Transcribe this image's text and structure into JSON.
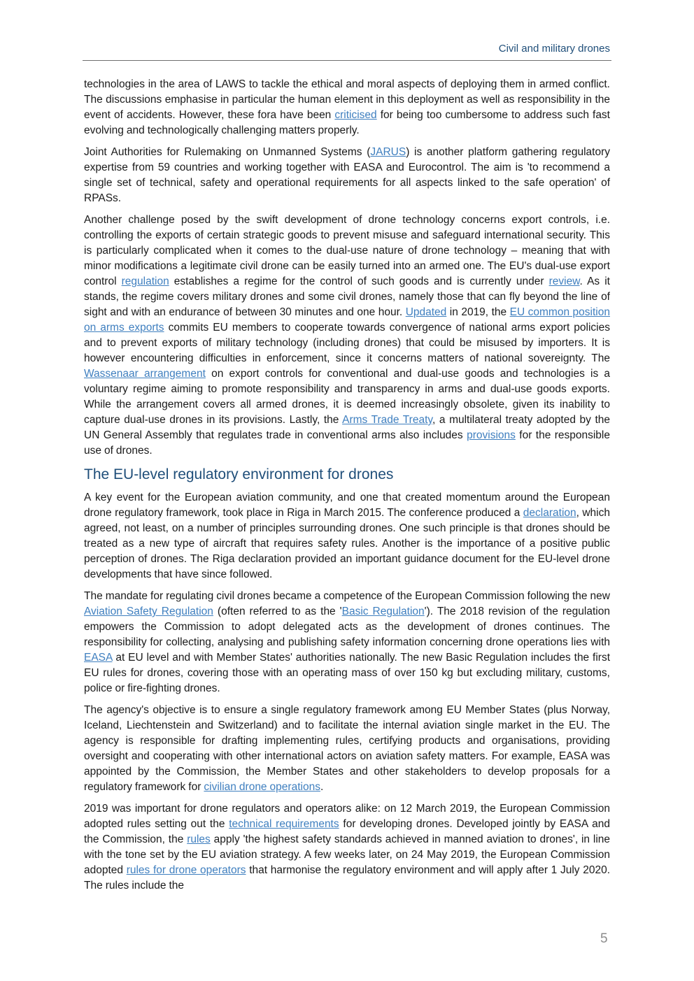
{
  "header": {
    "title": "Civil and military drones"
  },
  "paragraphs1": [
    [
      {
        "t": "technologies in the area of LAWS to tackle the ethical and moral aspects of deploying them in armed conflict. The discussions emphasise in particular the human element in this deployment as well as responsibility in the event of accidents. However, these fora have been "
      },
      {
        "link": "criticised"
      },
      {
        "t": " for being too cumbersome to address such fast evolving and technologically challenging matters properly."
      }
    ],
    [
      {
        "t": "Joint Authorities for Rulemaking on Unmanned Systems ("
      },
      {
        "link": "JARUS"
      },
      {
        "t": ") is another platform gathering regulatory expertise from 59 countries and working together with EASA and Eurocontrol. The aim is 'to recommend a single set of technical, safety and operational requirements for all aspects linked to the safe operation' of RPASs."
      }
    ],
    [
      {
        "t": "Another challenge posed by the swift development of drone technology concerns export controls, i.e. controlling the exports of certain strategic goods to prevent misuse and safeguard international security. This is particularly complicated when it comes to the dual-use nature of drone technology – meaning that with minor modifications a legitimate civil drone can be easily turned into an armed one. The EU's dual-use export control "
      },
      {
        "link": "regulation"
      },
      {
        "t": " establishes a regime for the control of such goods and is currently under "
      },
      {
        "link": "review"
      },
      {
        "t": ". As it stands, the regime covers military drones and some civil drones, namely those that can fly beyond the line of sight and with an endurance of between 30 minutes and one hour. "
      },
      {
        "link": "Updated"
      },
      {
        "t": " in 2019, the "
      },
      {
        "link": "EU common position on arms exports"
      },
      {
        "t": " commits EU members to cooperate towards convergence of national arms export policies and to prevent exports of military technology (including drones) that could be misused by importers. It is however encountering difficulties in enforcement, since it concerns matters of national sovereignty. The "
      },
      {
        "link": "Wassenaar arrangement"
      },
      {
        "t": " on export controls for conventional and dual-use goods and technologies is a voluntary regime aiming to promote responsibility and transparency in arms and dual-use goods exports. While the arrangement covers all armed drones, it is deemed increasingly obsolete, given its inability to capture dual-use drones in its provisions. Lastly, the "
      },
      {
        "link": "Arms Trade Treaty"
      },
      {
        "t": ", a multilateral treaty adopted by the UN General Assembly that regulates trade in conventional arms also includes "
      },
      {
        "link": "provisions"
      },
      {
        "t": " for the responsible use of drones."
      }
    ]
  ],
  "section": {
    "heading": "The EU-level regulatory environment for drones"
  },
  "paragraphs2": [
    [
      {
        "t": "A key event for the European aviation community, and one that created momentum around the European drone regulatory framework, took place in Riga in March 2015. The conference produced a "
      },
      {
        "link": "declaration"
      },
      {
        "t": ", which agreed, not least, on a number of principles surrounding drones. One such principle is that drones should be treated as a new type of aircraft that requires safety rules. Another is the importance of a positive public perception of drones. The Riga declaration provided an important guidance document for the EU-level drone developments that have since followed."
      }
    ],
    [
      {
        "t": "The mandate for regulating civil drones became a competence of the European Commission following the new "
      },
      {
        "link": "Aviation Safety Regulation"
      },
      {
        "t": " (often referred to as the '"
      },
      {
        "link": "Basic Regulation"
      },
      {
        "t": "'). The 2018 revision of the regulation empowers the Commission to adopt delegated acts as the development of drones continues. The responsibility for collecting, analysing and publishing safety information concerning drone operations lies with "
      },
      {
        "link": "EASA"
      },
      {
        "t": " at EU level and with Member States' authorities nationally. The new Basic Regulation includes the first EU rules for drones, covering those with an operating mass of over 150 kg but excluding military, customs, police or fire-fighting drones."
      }
    ],
    [
      {
        "t": "The agency's objective is to ensure a single regulatory framework among EU Member States (plus Norway, Iceland, Liechtenstein and Switzerland) and to facilitate the internal aviation single market in the EU. The agency is responsible for drafting implementing rules, certifying products and organisations, providing oversight and cooperating with other international actors on aviation safety matters. For example, EASA was appointed by the Commission, the Member States and other stakeholders to develop proposals for a regulatory framework for "
      },
      {
        "link": "civilian drone operations"
      },
      {
        "t": "."
      }
    ],
    [
      {
        "t": "2019 was important for drone regulators and operators alike: on 12 March 2019, the European Commission adopted rules setting out the "
      },
      {
        "link": "technical requirements"
      },
      {
        "t": " for developing drones. Developed jointly by EASA and the Commission, the "
      },
      {
        "link": "rules"
      },
      {
        "t": " apply 'the highest safety standards achieved in manned aviation to drones', in line with the tone set by the EU aviation strategy. A few weeks later, on 24 May 2019, the European Commission adopted "
      },
      {
        "link": "rules for drone operators"
      },
      {
        "t": " that harmonise the regulatory environment and will apply after 1 July 2020. The rules include the"
      }
    ]
  ],
  "footer": {
    "page_number": "5"
  }
}
